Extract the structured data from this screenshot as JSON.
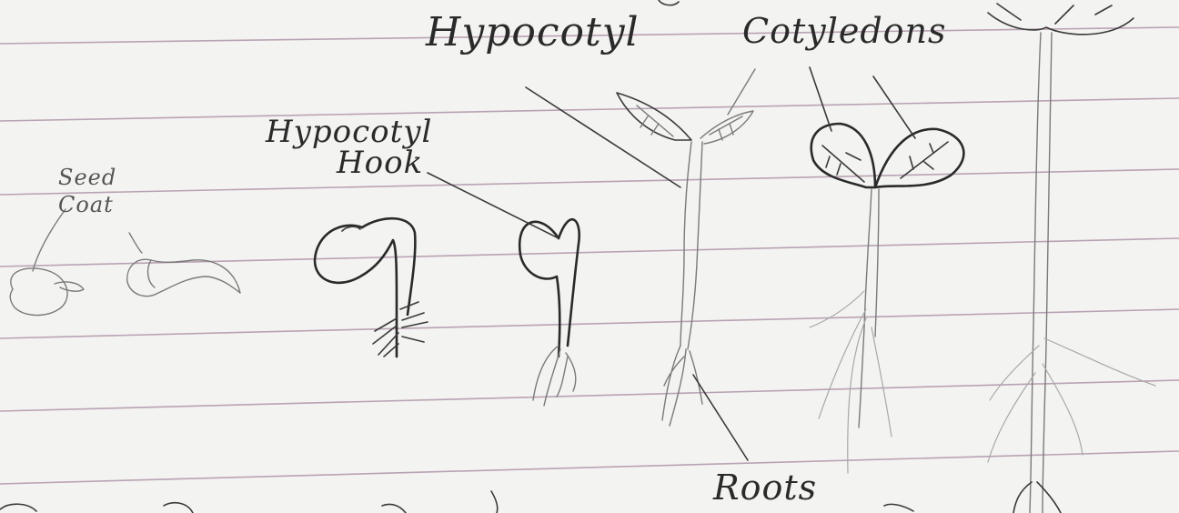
{
  "diagram": {
    "labels": {
      "hypocotyl": "Hypocotyl",
      "cotyledons": "Cotyledons",
      "hypocotyl_hook_line1": "Hypocotyl",
      "hypocotyl_hook_line2": "Hook",
      "seed_coat_line1": "Seed",
      "seed_coat_line2": "Coat",
      "roots": "Roots"
    },
    "stages": [
      "seed",
      "hook-emerging",
      "hook-elongated",
      "cotyledons-opening",
      "cotyledons-open",
      "mature-seedling"
    ]
  }
}
